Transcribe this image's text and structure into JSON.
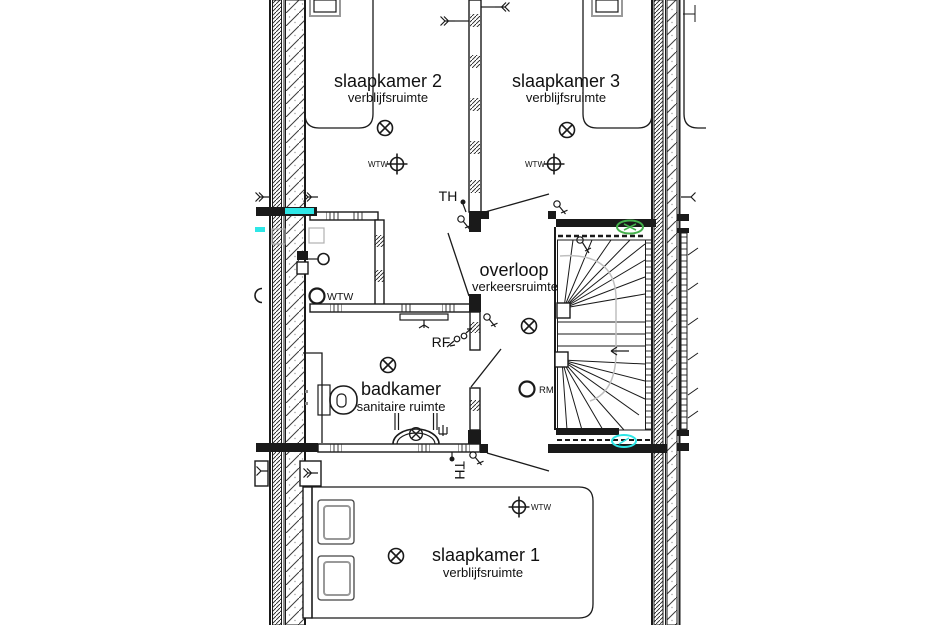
{
  "plan": {
    "rooms": {
      "slaapkamer2": {
        "name": "slaapkamer 2",
        "type": "verblijfsruimte"
      },
      "slaapkamer3": {
        "name": "slaapkamer 3",
        "type": "verblijfsruimte"
      },
      "overloop": {
        "name": "overloop",
        "type": "verkeersruimte"
      },
      "badkamer": {
        "name": "badkamer",
        "type": "sanitaire ruimte"
      },
      "slaapkamer1": {
        "name": "slaapkamer 1",
        "type": "verblijfsruimte"
      }
    },
    "annotations": {
      "wtw": "WTW",
      "th": "TH",
      "rf": "RF",
      "rm": "RM"
    },
    "colors": {
      "ink": "#1a1a1a",
      "green_marker": "#45b04c",
      "cyan_marker": "#2ee6e6",
      "grey": "#999999"
    }
  }
}
